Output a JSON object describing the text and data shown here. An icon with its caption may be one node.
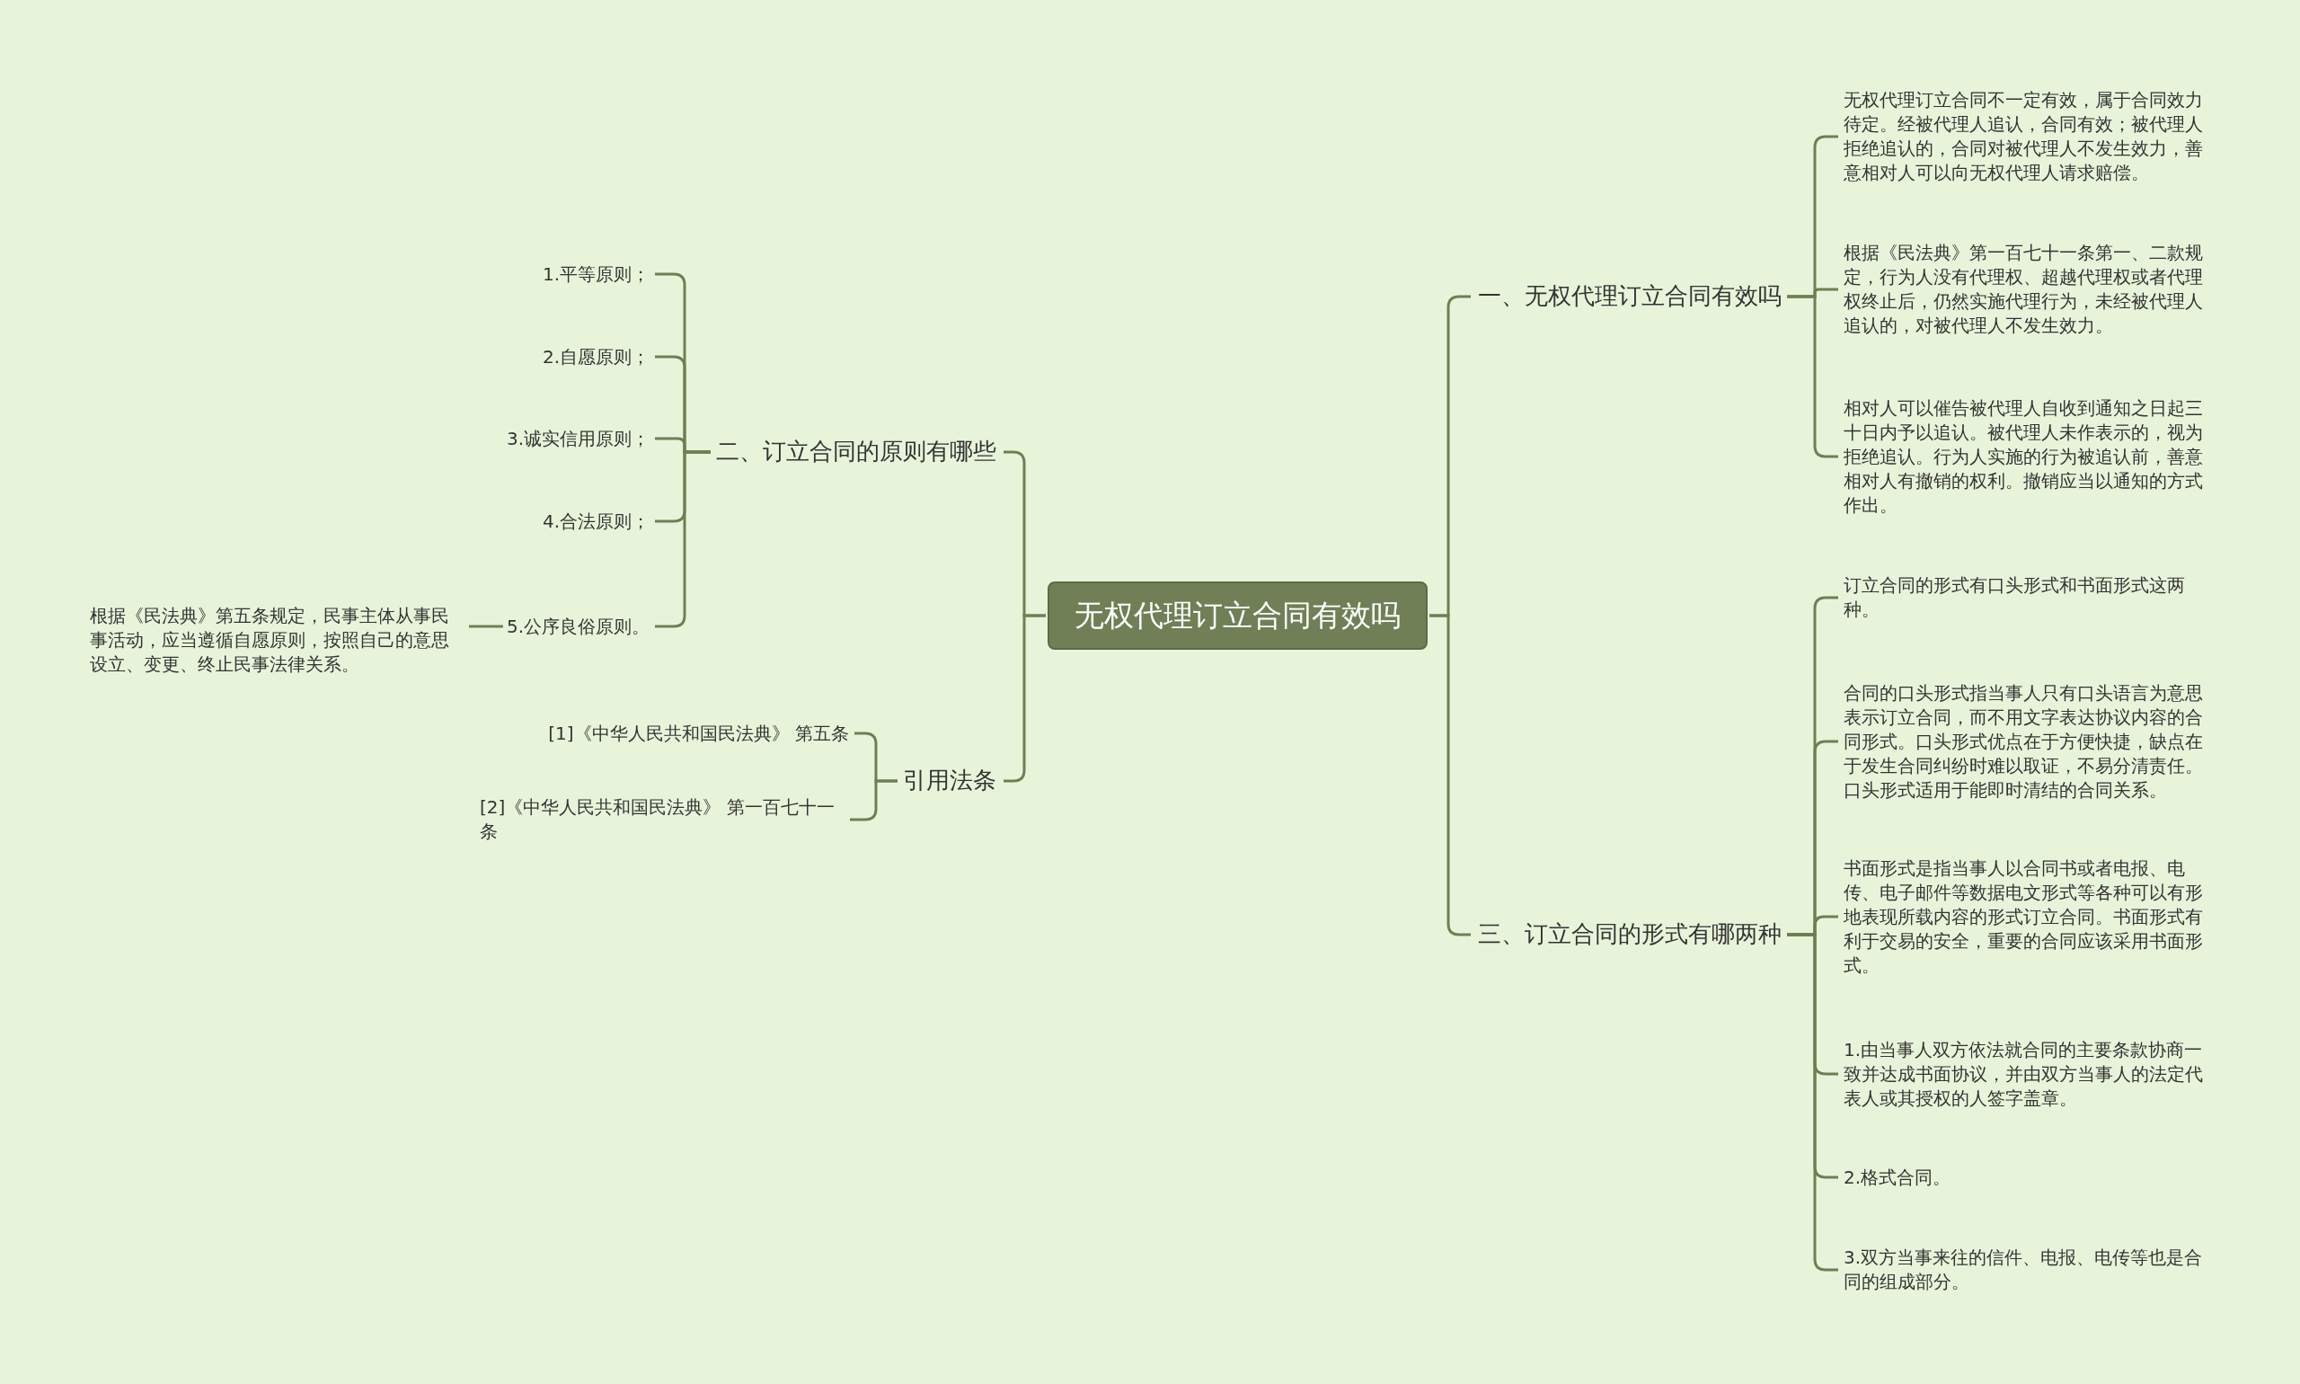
{
  "diagram": {
    "nodes": [
      {
        "text": [
          "无权代理订立合同有效吗"
        ]
      },
      {
        "text": [
          "一、无权代理订立合同有效吗"
        ]
      },
      {
        "text": [
          "无权代理订立合同不一定有效，属于合同效力待定。经被代理人追认，合同有效；被代理人拒绝追认的，合同对被代理人不发生效力，善意相对人可以向无权代理人请求赔偿。"
        ]
      },
      {
        "text": [
          "根据《民法典》第一百七十一条第一、二款规定，行为人没有代理权、超越代理权或者代理权终止后，仍然实施代理行为，未经被代理人追认的，对被代理人不发生效力。"
        ]
      },
      {
        "text": [
          "相对人可以催告被代理人自收到通知之日起三十日内予以追认。被代理人未作表示的，视为拒绝追认。行为人实施的行为被追认前，善意相对人有撤销的权利。撤销应当以通知的方式作出。"
        ]
      },
      {
        "text": [
          "三、订立合同的形式有哪两种"
        ]
      },
      {
        "text": [
          "订立合同的形式有口头形式和书面形式这两种。"
        ]
      },
      {
        "text": [
          "合同的口头形式指当事人只有口头语言为意思表示订立合同，而不用文字表达协议内容的合同形式。口头形式优点在于方便快捷，缺点在于发生合同纠纷时难以取证，不易分清责任。口头形式适用于能即时清结的合同关系。"
        ]
      },
      {
        "text": [
          "书面形式是指当事人以合同书或者电报、电传、电子邮件等数据电文形式等各种可以有形地表现所载内容的形式订立合同。书面形式有利于交易的安全，重要的合同应该采用书面形式。"
        ]
      },
      {
        "text": [
          "1.由当事人双方依法就合同的主要条款协商一致并达成书面协议，并由双方当事人的法定代表人或其授权的人签字盖章。"
        ]
      },
      {
        "text": [
          "2.格式合同。"
        ]
      },
      {
        "text": [
          "3.双方当事来往的信件、电报、电传等也是合同的组成部分。"
        ]
      },
      {
        "text": [
          "二、订立合同的原则有哪些"
        ]
      },
      {
        "text": [
          "1.平等原则；"
        ]
      },
      {
        "text": [
          "2.自愿原则；"
        ]
      },
      {
        "text": [
          "3.诚实信用原则；"
        ]
      },
      {
        "text": [
          "4.合法原则；"
        ]
      },
      {
        "text": [
          "5.公序良俗原则。"
        ]
      },
      {
        "text": [
          "根据《民法典》第五条规定，民事主体从事民事活动，应当遵循自愿原则，按照自己的意思设立、变更、终止民事法律关系。"
        ]
      },
      {
        "text": [
          "引用法条"
        ]
      },
      {
        "text": [
          "[1]《中华人民共和国民法典》 第五条"
        ]
      },
      {
        "text": [
          "[2]《中华人民共和国民法典》 第一百七十一条"
        ]
      }
    ],
    "edges": [
      {
        "from": 0,
        "to": 1,
        "arrow": "none"
      },
      {
        "from": 1,
        "to": 2,
        "arrow": "none"
      },
      {
        "from": 1,
        "to": 3,
        "arrow": "none"
      },
      {
        "from": 1,
        "to": 4,
        "arrow": "none"
      },
      {
        "from": 0,
        "to": 5,
        "arrow": "none"
      },
      {
        "from": 5,
        "to": 6,
        "arrow": "none"
      },
      {
        "from": 5,
        "to": 7,
        "arrow": "none"
      },
      {
        "from": 5,
        "to": 8,
        "arrow": "none"
      },
      {
        "from": 5,
        "to": 9,
        "arrow": "none"
      },
      {
        "from": 5,
        "to": 10,
        "arrow": "none"
      },
      {
        "from": 5,
        "to": 11,
        "arrow": "none"
      },
      {
        "from": 0,
        "to": 12,
        "arrow": "none"
      },
      {
        "from": 12,
        "to": 13,
        "arrow": "none"
      },
      {
        "from": 12,
        "to": 14,
        "arrow": "none"
      },
      {
        "from": 12,
        "to": 15,
        "arrow": "none"
      },
      {
        "from": 12,
        "to": 16,
        "arrow": "none"
      },
      {
        "from": 12,
        "to": 17,
        "arrow": "none"
      },
      {
        "from": 17,
        "to": 18,
        "arrow": "none"
      },
      {
        "from": 0,
        "to": 19,
        "arrow": "none"
      },
      {
        "from": 19,
        "to": 20,
        "arrow": "none"
      },
      {
        "from": 19,
        "to": 21,
        "arrow": "none"
      }
    ]
  }
}
